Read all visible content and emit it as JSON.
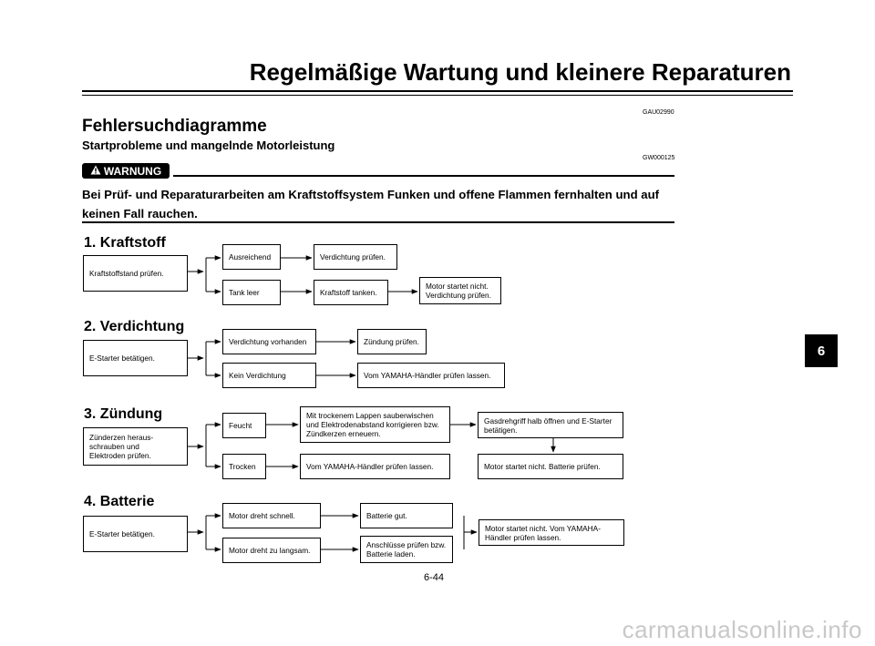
{
  "header": {
    "title": "Regelmäßige Wartung und kleinere Reparaturen"
  },
  "codes": {
    "section": "GAU02990",
    "warning": "GW000125"
  },
  "heading": "Fehlersuchdiagramme",
  "subheading": "Startprobleme und mangelnde Motorleistung",
  "warning": {
    "badge_label": "WARNUNG",
    "text": "Bei Prüf- und Reparaturarbeiten am Kraftstoffsystem Funken und offene Flammen fernhalten und auf keinen Fall rauchen."
  },
  "sections": {
    "s1": {
      "title": "1. Kraftstoff",
      "start": "Kraftstoffstand prüfen.",
      "a": "Ausreichend",
      "a_next": "Verdichtung prüfen.",
      "b": "Tank leer",
      "b_next": "Kraftstoff tanken.",
      "b_result": "Motor startet nicht. Verdichtung prüfen."
    },
    "s2": {
      "title": "2. Verdichtung",
      "start": "E-Starter betätigen.",
      "a": "Verdichtung vorhanden",
      "a_next": "Zündung prüfen.",
      "b": "Kein Verdichtung",
      "b_next": "Vom YAMAHA-Händler prüfen lassen."
    },
    "s3": {
      "title": "3. Zündung",
      "start": "Zünderzen heraus-schrauben und Elektroden prüfen.",
      "a": "Feucht",
      "a_next": "Mit trockenem Lappen sauberwischen und Elektrodenabstand korrigieren bzw. Zündkerzen erneuern.",
      "a_result": "Gasdrehgriff halb öffnen und E-Starter betätigen.",
      "a_final": "Motor startet nicht. Batterie prüfen.",
      "b": "Trocken",
      "b_next": "Vom YAMAHA-Händler prüfen lassen."
    },
    "s4": {
      "title": "4. Batterie",
      "start": "E-Starter betätigen.",
      "a": "Motor dreht schnell.",
      "a_next": "Batterie gut.",
      "b": "Motor dreht zu langsam.",
      "b_next": "Anschlüsse prüfen bzw. Batterie laden.",
      "result": "Motor startet nicht. Vom YAMAHA-Händler prüfen lassen."
    }
  },
  "chapter_tab": "6",
  "page_number": "6-44",
  "watermark": "carmanualsonline.info"
}
